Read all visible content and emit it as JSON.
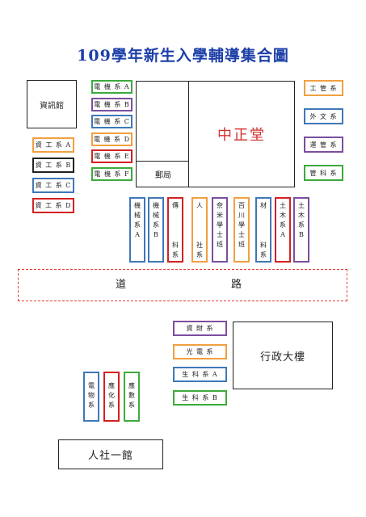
{
  "title": "109學年新生入學輔導集合圖",
  "colors": {
    "title": "#1d3fa8",
    "road_border": "#e53935",
    "blue": "#3f78b8",
    "green": "#3caa3c",
    "purple": "#7b4ea0",
    "orange": "#f0a040",
    "red": "#d42020",
    "dark": "#222222"
  },
  "buildings": {
    "info_center": "資訊館",
    "zhongzheng_hall": "中正堂",
    "post_office": "郵局",
    "admin_building": "行政大樓",
    "humanities_social_1": "人社一館"
  },
  "road": {
    "char_1": "道",
    "char_2": "路"
  },
  "groups": {
    "electrical": [
      {
        "label": "電 機 系 A",
        "color": "green"
      },
      {
        "label": "電 機 系 B",
        "color": "purple"
      },
      {
        "label": "電 機 系 C",
        "color": "blue"
      },
      {
        "label": "電 機 系 D",
        "color": "orange"
      },
      {
        "label": "電 機 系 E",
        "color": "red"
      },
      {
        "label": "電 機 系 F",
        "color": "green"
      }
    ],
    "infoeng": [
      {
        "label": "資 工 系 A",
        "color": "orange"
      },
      {
        "label": "資 工 系 B",
        "color": "dark"
      },
      {
        "label": "資 工 系 C",
        "color": "blue"
      },
      {
        "label": "資 工 系 D",
        "color": "red"
      }
    ],
    "right_column": [
      {
        "label": "工 管 系",
        "color": "orange"
      },
      {
        "label": "外 文 系",
        "color": "blue"
      },
      {
        "label": "運 管 系",
        "color": "purple"
      },
      {
        "label": "管 科 系",
        "color": "green"
      }
    ],
    "vertical_row": [
      {
        "top": [
          "機",
          "械",
          "系",
          "A"
        ],
        "bottom": [],
        "color": "blue"
      },
      {
        "top": [
          "機",
          "械",
          "系",
          "B"
        ],
        "bottom": [],
        "color": "blue"
      },
      {
        "top": [
          "傳"
        ],
        "bottom": [
          "科",
          "系"
        ],
        "color": "red"
      },
      {
        "top": [
          "人"
        ],
        "bottom": [
          "社",
          "系"
        ],
        "color": "orange"
      },
      {
        "top": [
          "奈",
          "米",
          "學",
          "士",
          "班"
        ],
        "bottom": [],
        "color": "purple"
      },
      {
        "top": [
          "百",
          "川",
          "學",
          "士",
          "班"
        ],
        "bottom": [],
        "color": "orange"
      },
      {
        "top": [
          "材"
        ],
        "bottom": [
          "料",
          "系"
        ],
        "color": "blue"
      },
      {
        "top": [
          "土",
          "木",
          "系",
          "A"
        ],
        "bottom": [],
        "color": "red"
      },
      {
        "top": [
          "土",
          "木",
          "系",
          "B"
        ],
        "bottom": [],
        "color": "purple"
      }
    ],
    "lower_middle": [
      {
        "label": "資 財 系",
        "color": "purple"
      },
      {
        "label": "光 電 系",
        "color": "orange"
      },
      {
        "label": "生 科 系 A",
        "color": "blue"
      },
      {
        "label": "生 科 系 B",
        "color": "green"
      }
    ],
    "lower_left_vertical": [
      {
        "chars": [
          "電",
          "物",
          "系"
        ],
        "color": "blue"
      },
      {
        "chars": [
          "應",
          "化",
          "系"
        ],
        "color": "red"
      },
      {
        "chars": [
          "應",
          "數",
          "系"
        ],
        "color": "green"
      }
    ]
  }
}
